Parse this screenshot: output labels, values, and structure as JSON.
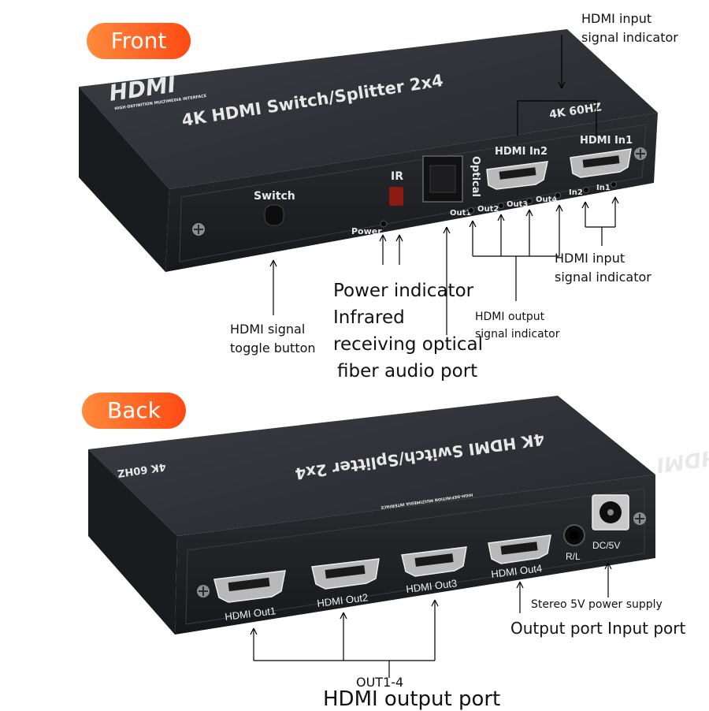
{
  "front": {
    "tab_label": "Front",
    "device": {
      "logo": "HDMI",
      "logo_tagline": "HIGH-DEFINITION MULTIMEDIA INTERFACE",
      "title": "4K HDMI Switch/Splitter 2x4",
      "spec": "4K 60HZ",
      "switch_label": "Switch",
      "ir_label": "IR",
      "power_label": "Power",
      "optical_label": "Optical",
      "hdmi_in2_label": "HDMI In2",
      "hdmi_in1_label": "HDMI In1",
      "led_labels": [
        "Out1",
        "Out2",
        "Out3",
        "Out4",
        "In2",
        "In1"
      ]
    },
    "callouts": {
      "input_indicator_top": [
        "HDMI input",
        "signal indicator"
      ],
      "input_indicator_right": [
        "HDMI input",
        "signal indicator"
      ],
      "toggle_button": [
        "HDMI signal",
        "toggle button"
      ],
      "center_block": [
        "Power indicator",
        "Infrared",
        "receiving optical",
        "fiber audio port"
      ],
      "output_indicator": [
        "HDMI output",
        "signal indicator"
      ]
    }
  },
  "back": {
    "tab_label": "Back",
    "device": {
      "logo": "HDMI",
      "logo_tagline": "HIGH-DEFINITION MULTIMEDIA INTERFACE",
      "title": "4K HDMI Switch/Splitter 2x4",
      "spec": "4K 60HZ",
      "ports": [
        "HDMI Out1",
        "HDMI Out2",
        "HDMI Out3",
        "HDMI Out4"
      ],
      "audio_label": "R/L",
      "power_label": "DC/5V"
    },
    "callouts": {
      "stereo_power": "Stereo 5V power supply",
      "output_input_port": "Output port Input port",
      "out_range": "OUT1-4",
      "output_port": "HDMI output port"
    }
  },
  "colors": {
    "accent": "#ff5a1f",
    "device_body": "#2a2c30",
    "device_face": "#1c1d20"
  }
}
